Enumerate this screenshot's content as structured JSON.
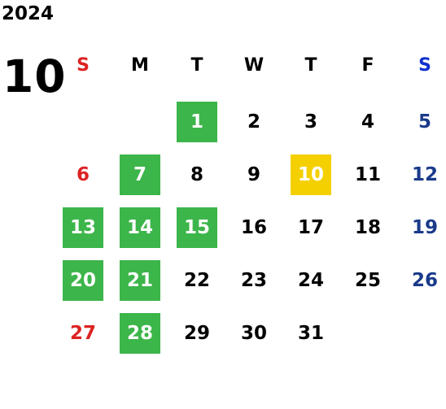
{
  "year": "2024",
  "month": "10",
  "colors": {
    "sunday": "#dd2222",
    "saturday_header": "#1030d0",
    "saturday": "#1a3a8a",
    "weekday": "#000000",
    "highlight_bg": "#3cb54a",
    "today_bg": "#f5d000",
    "highlight_text": "#ffffff"
  },
  "weekdays": [
    "S",
    "M",
    "T",
    "W",
    "T",
    "F",
    "S"
  ],
  "weeks": [
    [
      null,
      null,
      {
        "day": "1",
        "hl": true
      },
      {
        "day": "2"
      },
      {
        "day": "3"
      },
      {
        "day": "4"
      },
      {
        "day": "5"
      }
    ],
    [
      {
        "day": "6"
      },
      {
        "day": "7",
        "hl": true
      },
      {
        "day": "8"
      },
      {
        "day": "9"
      },
      {
        "day": "10",
        "today": true
      },
      {
        "day": "11"
      },
      {
        "day": "12"
      }
    ],
    [
      {
        "day": "13",
        "hl": true
      },
      {
        "day": "14",
        "hl": true
      },
      {
        "day": "15",
        "hl": true
      },
      {
        "day": "16"
      },
      {
        "day": "17"
      },
      {
        "day": "18"
      },
      {
        "day": "19"
      }
    ],
    [
      {
        "day": "20",
        "hl": true
      },
      {
        "day": "21",
        "hl": true
      },
      {
        "day": "22"
      },
      {
        "day": "23"
      },
      {
        "day": "24"
      },
      {
        "day": "25"
      },
      {
        "day": "26"
      }
    ],
    [
      {
        "day": "27"
      },
      {
        "day": "28",
        "hl": true
      },
      {
        "day": "29"
      },
      {
        "day": "30"
      },
      {
        "day": "31"
      },
      null,
      null
    ]
  ]
}
